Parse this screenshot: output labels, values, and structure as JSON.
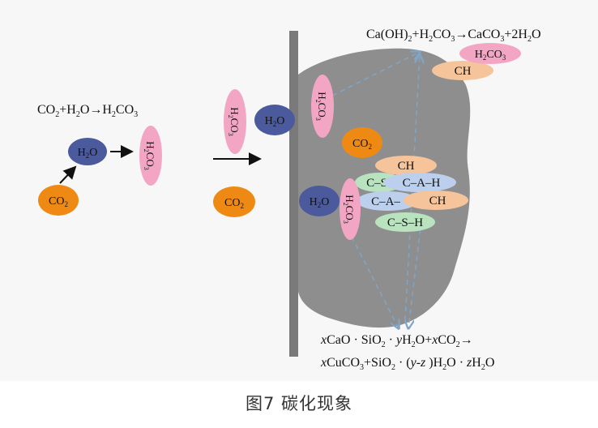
{
  "equations": {
    "left": {
      "parts": [
        "CO",
        "2",
        "+H",
        "2",
        "O→H",
        "2",
        "CO",
        "3"
      ]
    },
    "top_right": {
      "parts": [
        "Ca(OH)",
        "2",
        "+H",
        "2",
        "CO",
        "3",
        "→CaCO",
        "3",
        "+2H",
        "2",
        "O"
      ]
    },
    "bottom_line1": {
      "parts": [
        "x",
        "CaO · SiO",
        "2",
        " · ",
        "y",
        "H",
        "2",
        "O+",
        "x",
        "CO",
        "2",
        "→"
      ]
    },
    "bottom_line2": {
      "parts": [
        "x",
        "CuCO",
        "3",
        "+SiO",
        "2",
        " · (",
        "y-z",
        " )H",
        "2",
        "O · ",
        "z",
        "H",
        "2",
        "O"
      ]
    }
  },
  "molecules": {
    "h2o": {
      "main": "H",
      "sub": "2",
      "tail": "O",
      "color": "#4a5a9c"
    },
    "co2": {
      "main": "CO",
      "sub": "2",
      "color": "#ee8a14"
    },
    "h2co3": {
      "a": "H",
      "s1": "2",
      "b": "CO",
      "s2": "3",
      "color": "#f2a6c4"
    }
  },
  "labels": {
    "ch": "CH",
    "csh": "C–S–H",
    "csh_partial": "C–S",
    "cah": "C–A–H",
    "cah_partial": "C–A–"
  },
  "colors": {
    "concrete": "#8e8e8e",
    "wall": "#7a7a7a",
    "ch": "#f5c49a",
    "csh": "#b9e3bf",
    "cah": "#bcd0ee",
    "dashed_arrow": "#7fa6c9"
  },
  "caption": "图7 碳化现象"
}
